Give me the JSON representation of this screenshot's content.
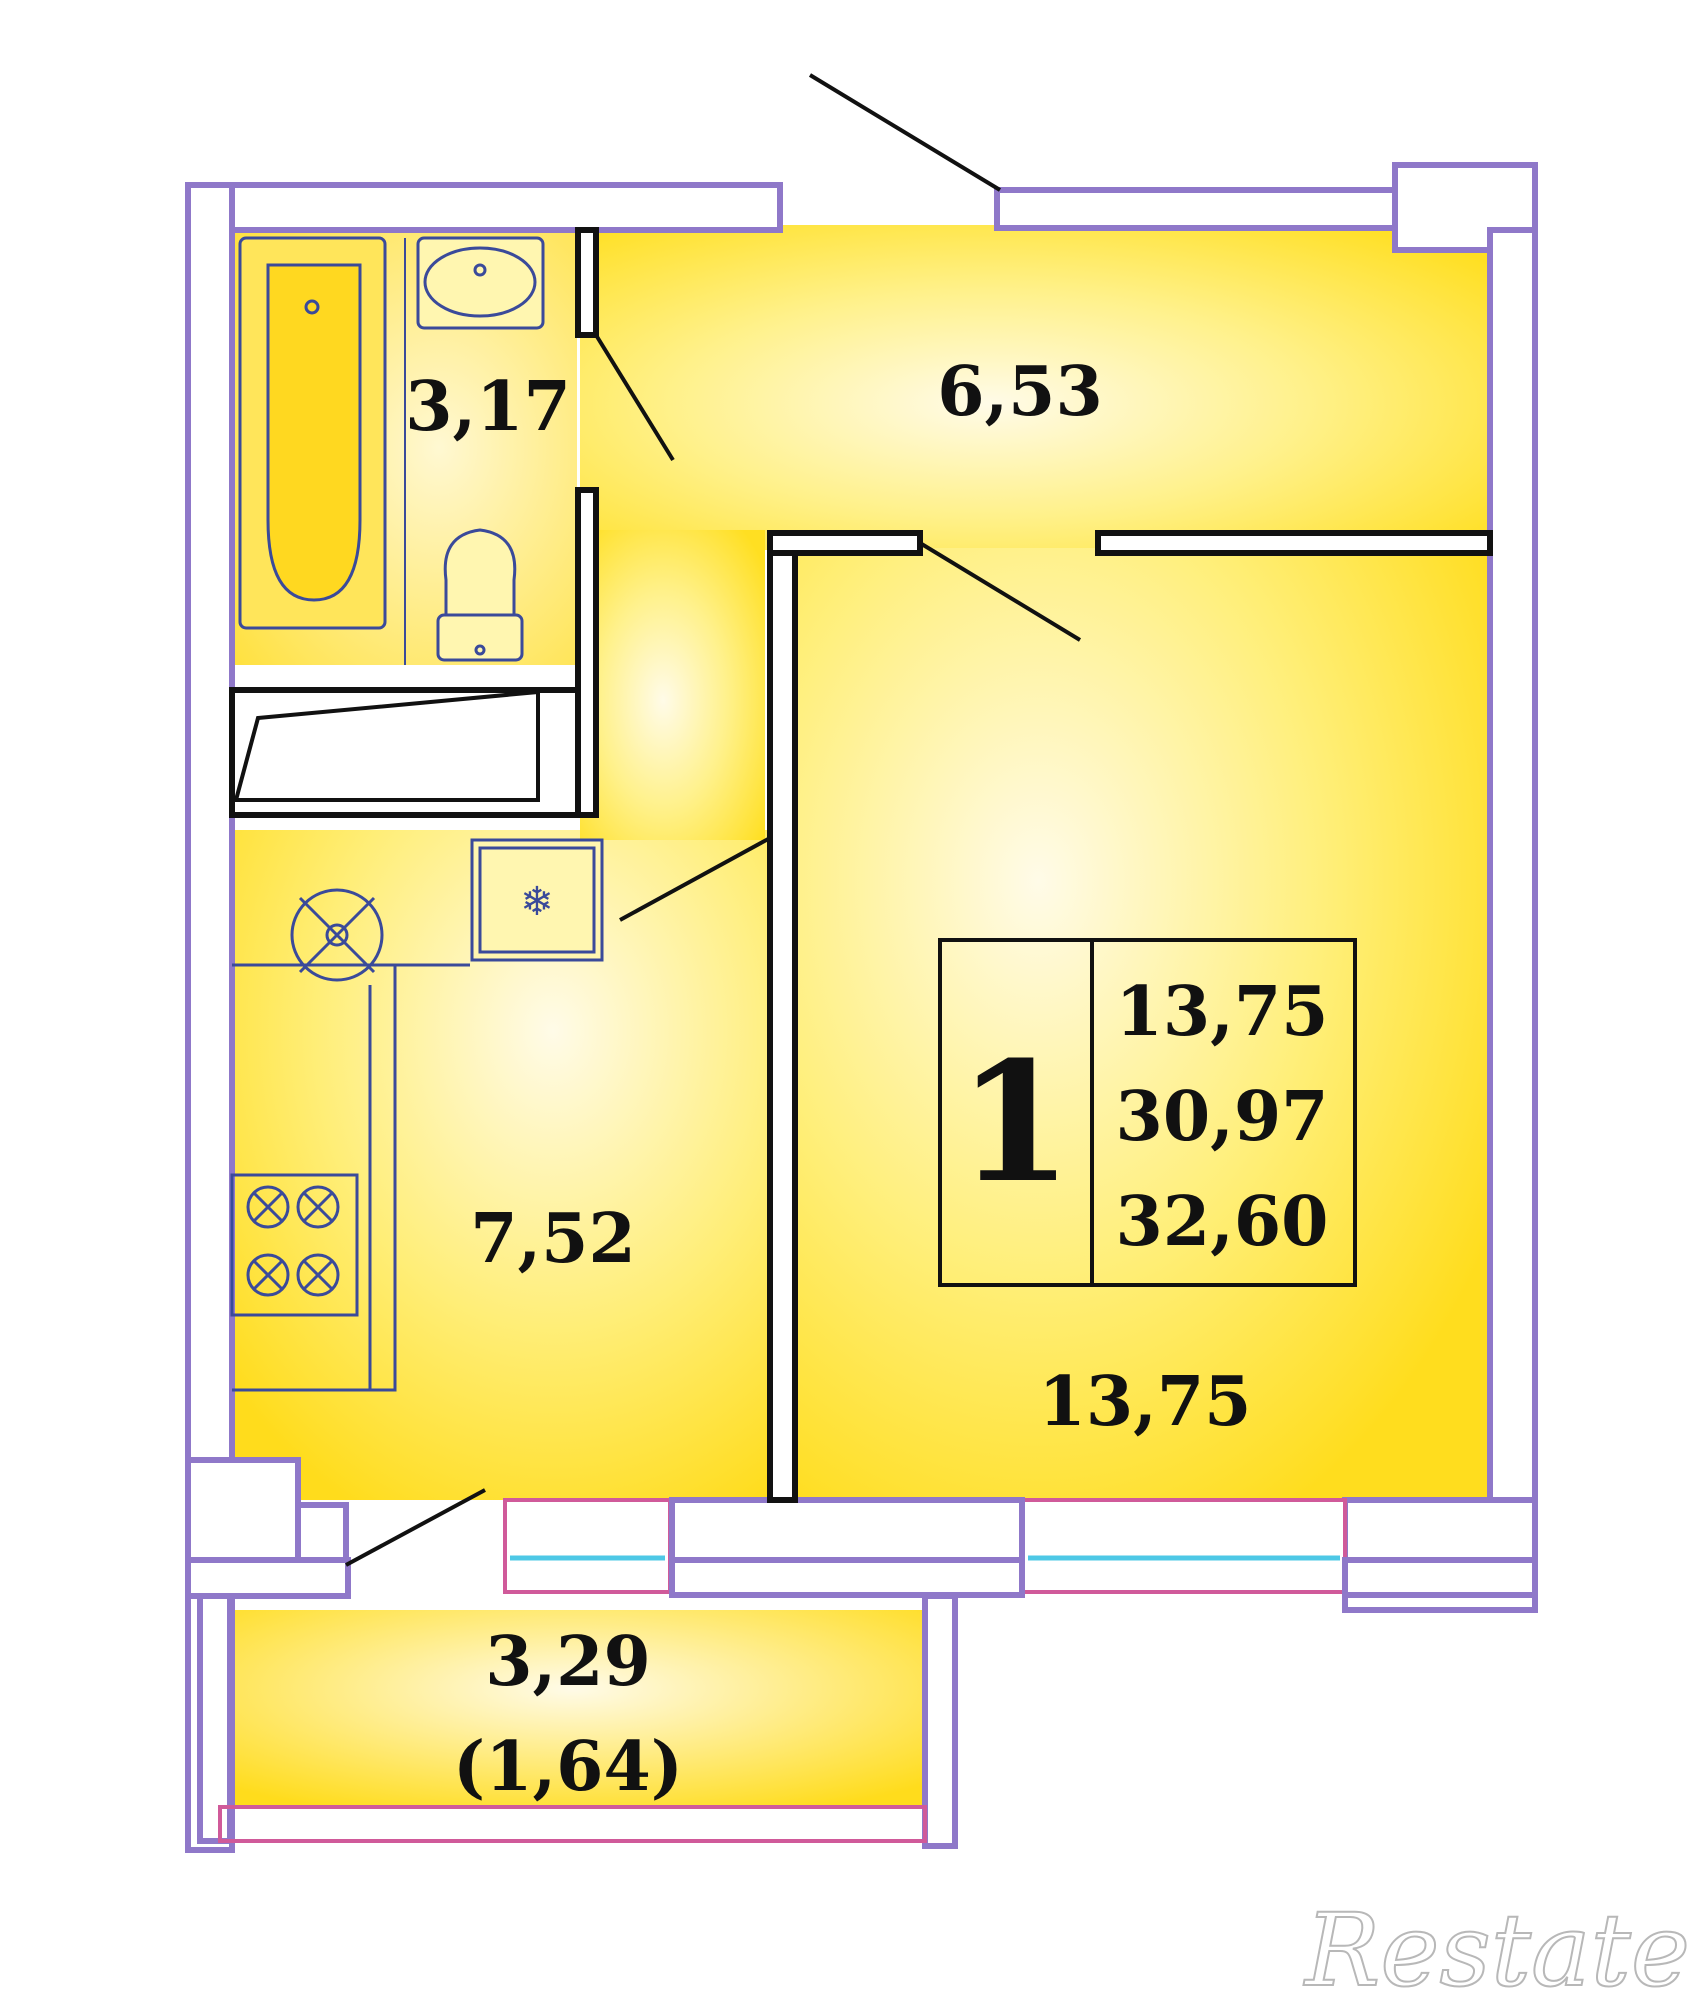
{
  "rooms": {
    "bathroom_area": "3,17",
    "hallway_area": "6,53",
    "kitchen_area": "7,52",
    "living_room_area": "13,75",
    "balcony_area": "3,29",
    "balcony_reduced_area": "(1,64)"
  },
  "summary": {
    "rooms_count": "1",
    "living_area": "13,75",
    "total_area_no_balcony": "30,97",
    "total_area": "32,60"
  },
  "watermark": "Restate",
  "colors": {
    "room_fill": "#ffe02a",
    "room_glow": "#fffbe8",
    "outer_wall": "#8f78c9",
    "wall_inner": "#ffffff",
    "partition": "#111111",
    "window_glass": "#4ec8e6",
    "window_frame": "#d05a9a",
    "fixture_line": "#3a4a9a"
  }
}
